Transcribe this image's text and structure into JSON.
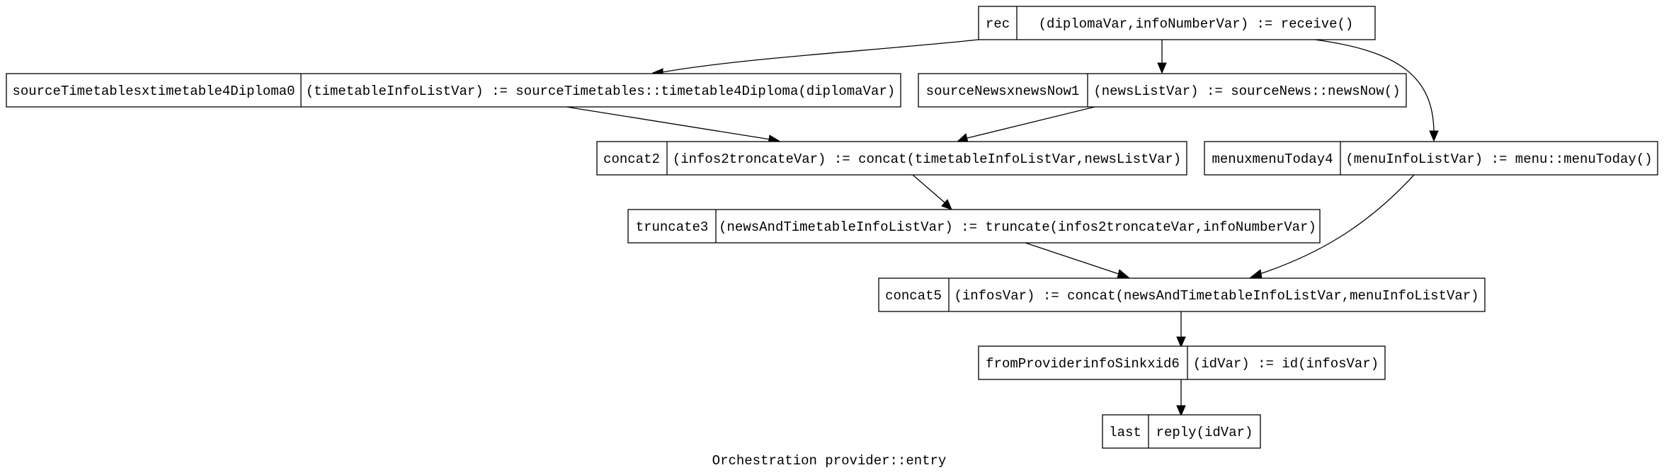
{
  "diagram": {
    "caption": "Orchestration provider::entry",
    "nodes": {
      "rec": {
        "name": "rec",
        "action": "(diplomaVar,infoNumberVar) := receive()"
      },
      "sourceTimetables": {
        "name": "sourceTimetablesxtimetable4Diploma0",
        "action": "(timetableInfoListVar) := sourceTimetables::timetable4Diploma(diplomaVar)"
      },
      "sourceNews": {
        "name": "sourceNewsxnewsNow1",
        "action": "(newsListVar) := sourceNews::newsNow()"
      },
      "concat2": {
        "name": "concat2",
        "action": "(infos2troncateVar) := concat(timetableInfoListVar,newsListVar)"
      },
      "menu": {
        "name": "menuxmenuToday4",
        "action": "(menuInfoListVar) := menu::menuToday()"
      },
      "truncate3": {
        "name": "truncate3",
        "action": "(newsAndTimetableInfoListVar) := truncate(infos2troncateVar,infoNumberVar)"
      },
      "concat5": {
        "name": "concat5",
        "action": "(infosVar) := concat(newsAndTimetableInfoListVar,menuInfoListVar)"
      },
      "fromProvider": {
        "name": "fromProviderinfoSinkxid6",
        "action": "(idVar) := id(infosVar)"
      },
      "last": {
        "name": "last",
        "action": "reply(idVar)"
      }
    },
    "edges": [
      {
        "from": "rec",
        "to": "sourceTimetables"
      },
      {
        "from": "rec",
        "to": "sourceNews"
      },
      {
        "from": "rec",
        "to": "menu"
      },
      {
        "from": "sourceTimetables",
        "to": "concat2"
      },
      {
        "from": "sourceNews",
        "to": "concat2"
      },
      {
        "from": "concat2",
        "to": "truncate3"
      },
      {
        "from": "truncate3",
        "to": "concat5"
      },
      {
        "from": "menu",
        "to": "concat5"
      },
      {
        "from": "concat5",
        "to": "fromProvider"
      },
      {
        "from": "fromProvider",
        "to": "last"
      }
    ]
  }
}
